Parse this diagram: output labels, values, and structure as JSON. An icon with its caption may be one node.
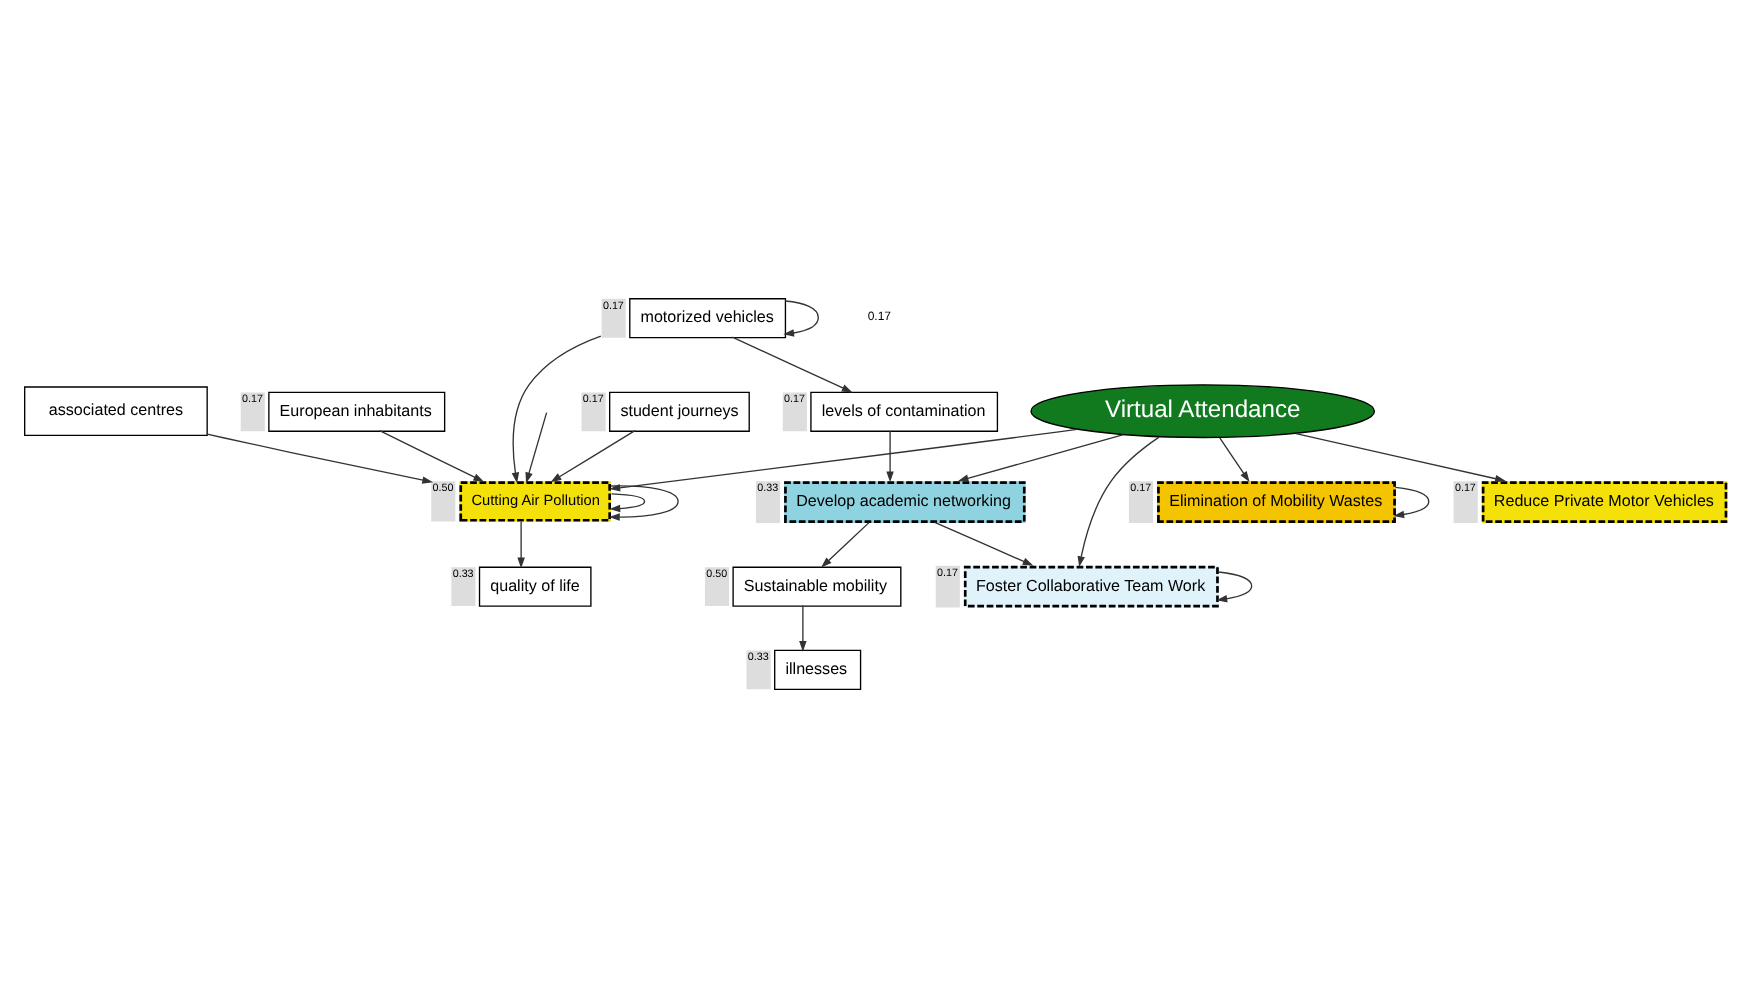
{
  "diagram": {
    "nodes": [
      {
        "text": [
          "student journeys"
        ],
        "beside": [
          "0.17"
        ]
      },
      {
        "text": [
          "motorized vehicles"
        ],
        "beside": [
          "0.17"
        ]
      },
      {
        "text": [
          "quality of life"
        ],
        "beside": [
          "0.33"
        ]
      },
      {
        "text": [
          "associated centres"
        ]
      },
      {
        "text": [
          "Cutting Air Pollution"
        ],
        "beside": [
          "0.50"
        ]
      },
      {
        "text": [
          "illnesses"
        ],
        "beside": [
          "0.33"
        ]
      },
      {
        "text": [
          "Sustainable mobility"
        ],
        "beside": [
          "0.50"
        ]
      },
      {
        "text": [
          "Elimination of Mobility Wastes"
        ],
        "beside": [
          "0.17"
        ]
      },
      {
        "text": [
          "European inhabitants"
        ],
        "beside": [
          "0.17"
        ]
      },
      {
        "text": [
          "levels of contamination"
        ],
        "beside": [
          "0.17"
        ]
      },
      {
        "text": [
          "Virtual Attendance"
        ]
      },
      {
        "text": [
          "Foster Collaborative Team Work"
        ],
        "beside": [
          "0.17"
        ]
      },
      {
        "text": [
          "Develop academic networking"
        ],
        "beside": [
          "0.33"
        ]
      },
      {
        "text": [
          "Reduce Private Motor Vehicles"
        ],
        "beside": [
          "0.17"
        ]
      }
    ],
    "edges": [
      {
        "from": 1,
        "to": 1,
        "arrow": "to"
      },
      {
        "from": 1,
        "to": 4,
        "arrow": "to"
      },
      {
        "from": 4,
        "to": 2,
        "arrow": "to"
      },
      {
        "from": 4,
        "to": 4,
        "arrow": "to"
      },
      {
        "from": 4,
        "to": 4,
        "arrow": "to"
      },
      {
        "from": 1,
        "to": 9,
        "arrow": "to"
      },
      {
        "from": 0,
        "to": 4,
        "arrow": "to"
      },
      {
        "from": 3,
        "to": 4,
        "arrow": "to"
      },
      {
        "from": null,
        "to": 4,
        "arrow": "to"
      },
      {
        "from": 8,
        "to": 4,
        "arrow": "to"
      },
      {
        "from": 10,
        "to": 4,
        "arrow": "to"
      },
      {
        "from": 6,
        "to": 5,
        "arrow": "to"
      },
      {
        "from": 12,
        "to": 6,
        "arrow": "to"
      },
      {
        "from": 10,
        "to": 7,
        "arrow": "to"
      },
      {
        "from": 7,
        "to": 7,
        "arrow": "to"
      },
      {
        "from": 10,
        "to": 11,
        "arrow": "to"
      },
      {
        "from": 11,
        "to": 11,
        "arrow": "to"
      },
      {
        "from": 10,
        "to": 12,
        "arrow": "to"
      },
      {
        "from": 9,
        "to": 12,
        "arrow": "to"
      },
      {
        "from": 12,
        "to": 11,
        "arrow": "to"
      },
      {
        "from": 10,
        "to": 13,
        "arrow": "to"
      }
    ],
    "labels": [
      "0.17"
    ]
  }
}
